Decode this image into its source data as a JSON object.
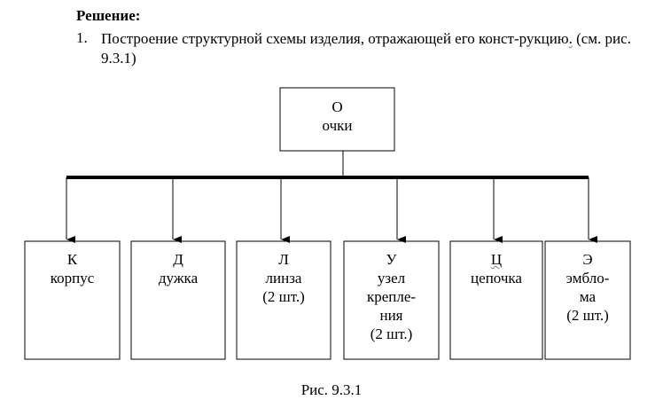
{
  "solution": {
    "heading": "Решение:",
    "item_number": "1.",
    "item_text_before": "Построение структурной схемы изделия, отражающей его конст-рукцию",
    "item_text_mark": ".",
    "item_text_after": " (см. рис. 9.3.1)"
  },
  "diagram": {
    "root": {
      "letter": "О",
      "name": "очки"
    },
    "children": [
      {
        "letter": "К",
        "lines": [
          "корпус"
        ]
      },
      {
        "letter": "Д",
        "lines": [
          "дужка"
        ]
      },
      {
        "letter": "Л",
        "lines": [
          "линза",
          "(2 шт.)"
        ]
      },
      {
        "letter": "У",
        "lines": [
          "узел",
          "крепле-",
          "ния",
          "(2 шт.)"
        ]
      },
      {
        "letter": "Ц",
        "lines": [
          "цепочка"
        ]
      },
      {
        "letter": "Э",
        "lines": [
          "эмбло-",
          "ма",
          "(2 шт.)"
        ]
      }
    ]
  },
  "caption": "Рис. 9.3.1"
}
